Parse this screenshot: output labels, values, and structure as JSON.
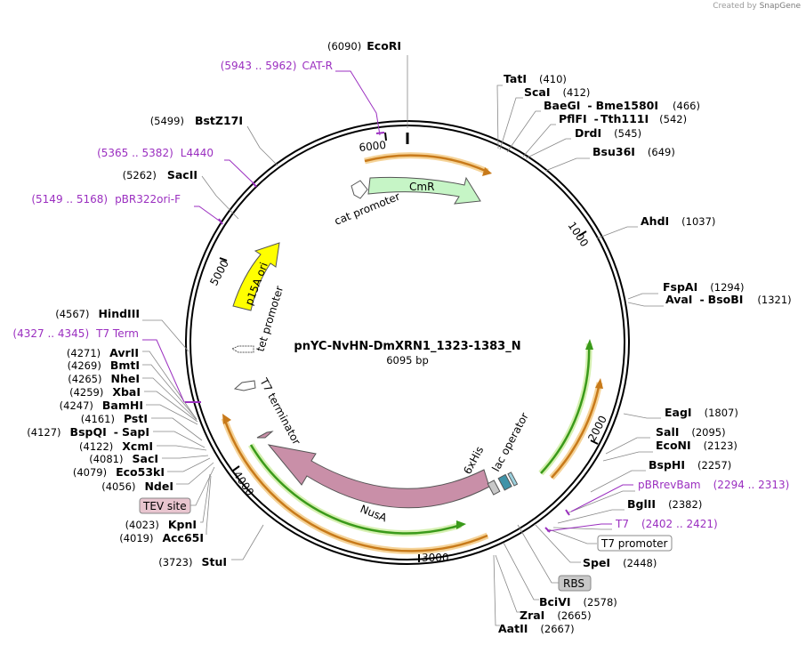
{
  "credit": {
    "prefix": "Created by",
    "brand": "SnapGene"
  },
  "plasmid": {
    "name": "pnYC-NvHN-DmXRN1_1323-1383_N",
    "size_label": "6095 bp"
  },
  "ticks": [
    "1000",
    "2000",
    "3000",
    "4000",
    "5000",
    "6000"
  ],
  "sites": {
    "ecori": {
      "pos": "(6090)",
      "name": "EcoRI"
    },
    "tati": {
      "name": "TatI",
      "pos": "(410)"
    },
    "scai": {
      "name": "ScaI",
      "pos": "(412)"
    },
    "baegi": {
      "name": "BaeGI",
      "sep": "-",
      "name2": "Bme1580I",
      "pos": "(466)"
    },
    "pflfi": {
      "name": "PflFI",
      "sep": "-",
      "name2": "Tth111I",
      "pos": "(542)"
    },
    "drdi": {
      "name": "DrdI",
      "pos": "(545)"
    },
    "bsu36i": {
      "name": "Bsu36I",
      "pos": "(649)"
    },
    "ahdi": {
      "name": "AhdI",
      "pos": "(1037)"
    },
    "fspai": {
      "name": "FspAI",
      "pos": "(1294)"
    },
    "avai": {
      "name": "AvaI",
      "sep": "-",
      "name2": "BsoBI",
      "pos": "(1321)"
    },
    "eagi": {
      "name": "EagI",
      "pos": "(1807)"
    },
    "sali": {
      "name": "SalI",
      "pos": "(2095)"
    },
    "econi": {
      "name": "EcoNI",
      "pos": "(2123)"
    },
    "bsphi": {
      "name": "BspHI",
      "pos": "(2257)"
    },
    "bglii": {
      "name": "BglII",
      "pos": "(2382)"
    },
    "spei": {
      "name": "SpeI",
      "pos": "(2448)"
    },
    "bcivi": {
      "name": "BciVI",
      "pos": "(2578)"
    },
    "zrai": {
      "name": "ZraI",
      "pos": "(2665)"
    },
    "aatii": {
      "name": "AatII",
      "pos": "(2667)"
    },
    "stui": {
      "pos": "(3723)",
      "name": "StuI"
    },
    "acc65i": {
      "pos": "(4019)",
      "name": "Acc65I"
    },
    "kpni": {
      "pos": "(4023)",
      "name": "KpnI"
    },
    "ndei": {
      "pos": "(4056)",
      "name": "NdeI"
    },
    "eco53ki": {
      "pos": "(4079)",
      "name": "Eco53kI"
    },
    "saci1": {
      "pos": "(4081)",
      "name": "SacI"
    },
    "xcmi": {
      "pos": "(4122)",
      "name": "XcmI"
    },
    "bspqi": {
      "pos": "(4127)",
      "name": "BspQI",
      "sep": "-",
      "name2": "SapI"
    },
    "psti": {
      "pos": "(4161)",
      "name": "PstI"
    },
    "bamhi": {
      "pos": "(4247)",
      "name": "BamHI"
    },
    "xbai": {
      "pos": "(4259)",
      "name": "XbaI"
    },
    "nhei": {
      "pos": "(4265)",
      "name": "NheI"
    },
    "bmti": {
      "pos": "(4269)",
      "name": "BmtI"
    },
    "avrii": {
      "pos": "(4271)",
      "name": "AvrII"
    },
    "hindiii": {
      "pos": "(4567)",
      "name": "HindIII"
    },
    "sacii": {
      "pos": "(5262)",
      "name": "SacII"
    },
    "bstz17i": {
      "pos": "(5499)",
      "name": "BstZ17I"
    }
  },
  "primers": {
    "catr": {
      "range": "(5943 .. 5962)",
      "name": "CAT-R"
    },
    "l4440": {
      "range": "(5365 .. 5382)",
      "name": "L4440"
    },
    "pbr322": {
      "range": "(5149 .. 5168)",
      "name": "pBR322ori-F"
    },
    "t7term": {
      "range": "(4327 .. 4345)",
      "name": "T7 Term"
    },
    "pbrrevbam": {
      "name": "pBRrevBam",
      "range": "(2294 .. 2313)"
    },
    "t7": {
      "name": "T7",
      "range": "(2402 .. 2421)"
    }
  },
  "boxed_features": {
    "t7_promoter": "T7 promoter",
    "rbs": "RBS",
    "tev": "TEV site"
  },
  "features": {
    "cmr": "CmR",
    "cat_promoter": "cat promoter",
    "p15a": "p15A ori",
    "tet_promoter": "tet promoter",
    "t7_terminator": "T7 terminator",
    "nusa": "NusA",
    "his": "6xHis",
    "lac_operator": "lac operator"
  },
  "colors": {
    "backbone": "#000000",
    "primer": "#9b2fc0",
    "cmr_fill": "#c6f5c6",
    "p15a_fill": "#ffff00",
    "nusa_fill": "#c98fa8",
    "orf_orange": "#c87a1a",
    "orf_orange_glow": "#f5d398",
    "orf_green": "#3a9a1a",
    "orf_green_glow": "#d6f0b2",
    "tev_fill": "#e8c5cf",
    "rbs_fill": "#c8c8c8",
    "lac_fill": "#3f93a8"
  }
}
